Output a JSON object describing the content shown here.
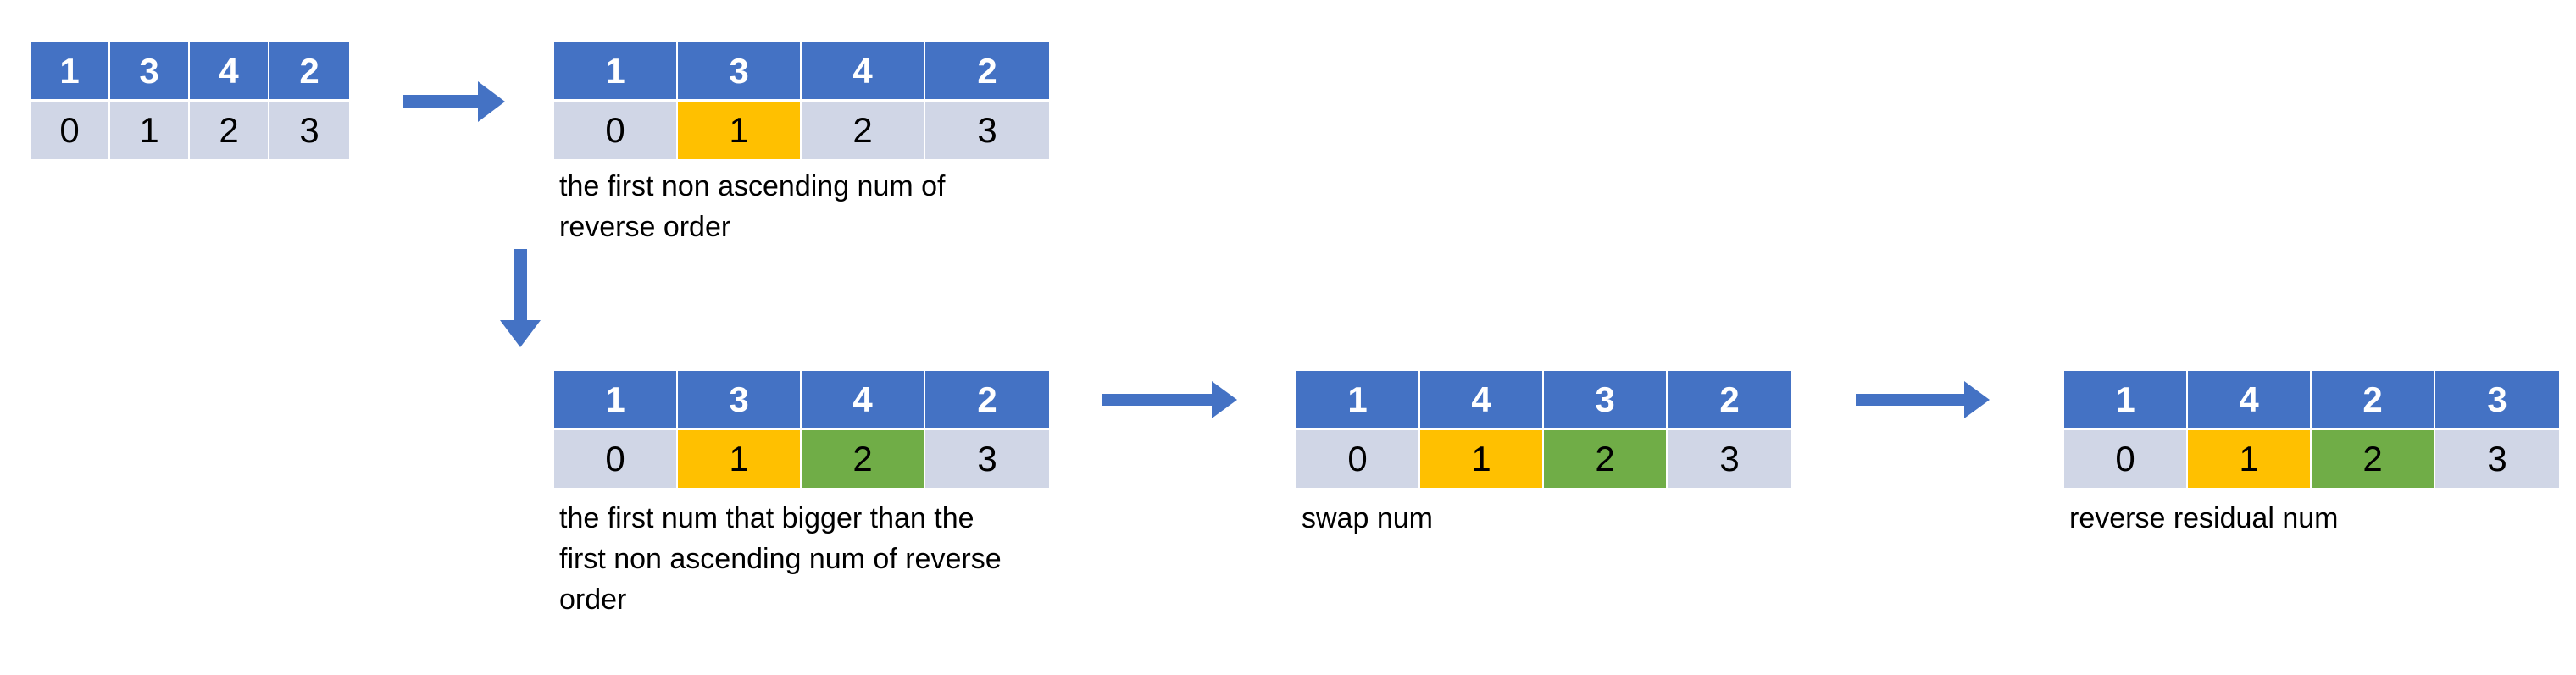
{
  "colors": {
    "value_cell": "#4472C4",
    "index_cell": "#D0D6E6",
    "highlight_pivot": "#FFC000",
    "highlight_successor": "#70AD47",
    "arrow": "#4472C4"
  },
  "steps": [
    {
      "values": [
        "1",
        "3",
        "4",
        "2"
      ],
      "indices": [
        "0",
        "1",
        "2",
        "3"
      ],
      "caption": ""
    },
    {
      "values": [
        "1",
        "3",
        "4",
        "2"
      ],
      "indices": [
        "0",
        "1",
        "2",
        "3"
      ],
      "caption_lines": [
        "the first non ascending num of",
        "reverse order"
      ]
    },
    {
      "values": [
        "1",
        "3",
        "4",
        "2"
      ],
      "indices": [
        "0",
        "1",
        "2",
        "3"
      ],
      "caption_lines": [
        "the first num that bigger than the",
        "first non ascending num of reverse",
        "order"
      ]
    },
    {
      "values": [
        "1",
        "4",
        "3",
        "2"
      ],
      "indices": [
        "0",
        "1",
        "2",
        "3"
      ],
      "caption_lines": [
        "swap num"
      ]
    },
    {
      "values": [
        "1",
        "4",
        "2",
        "3"
      ],
      "indices": [
        "0",
        "1",
        "2",
        "3"
      ],
      "caption_lines": [
        "reverse residual num"
      ]
    }
  ],
  "arrows": [
    {
      "direction": "right"
    },
    {
      "direction": "down"
    },
    {
      "direction": "right"
    },
    {
      "direction": "right"
    }
  ]
}
